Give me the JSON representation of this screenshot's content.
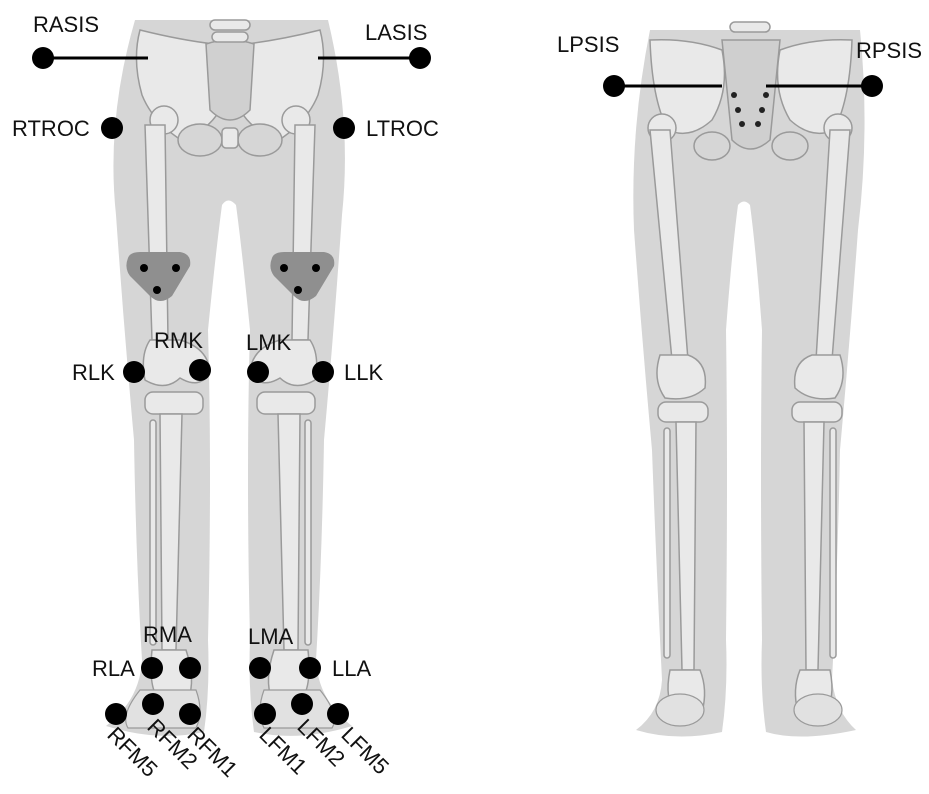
{
  "labels": {
    "rasis": "RASIS",
    "lasis": "LASIS",
    "rtroc": "RTROC",
    "ltroc": "LTROC",
    "rmk": "RMK",
    "lmk": "LMK",
    "rlk": "RLK",
    "llk": "LLK",
    "rma": "RMA",
    "lma": "LMA",
    "rla": "RLA",
    "lla": "LLA",
    "rfm5": "RFM5",
    "rfm2": "RFM2",
    "rfm1": "RFM1",
    "lfm1": "LFM1",
    "lfm2": "LFM2",
    "lfm5": "LFM5",
    "lpsis": "LPSIS",
    "rpsis": "RPSIS"
  },
  "colors": {
    "marker": "#000000",
    "silhouette": "#d6d6d6",
    "bone": "#e9e9e9",
    "bone_outline": "#9a9a9a",
    "cluster": "#8f8f8f"
  }
}
